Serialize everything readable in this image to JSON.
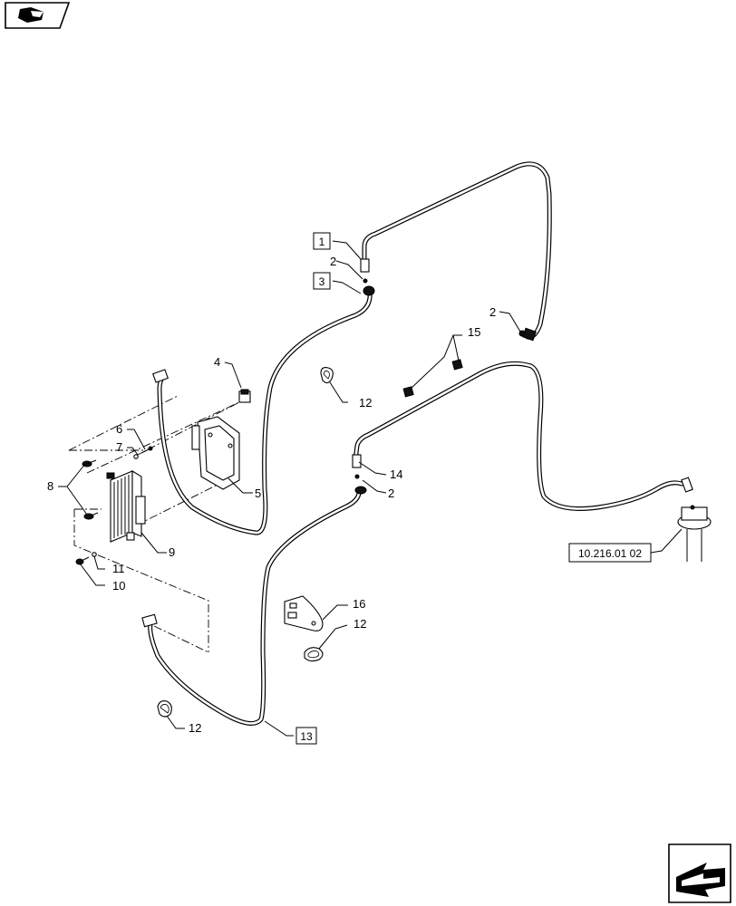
{
  "callouts": {
    "c1": "1",
    "c2a": "2",
    "c2b": "2",
    "c2c": "2",
    "c3": "3",
    "c4": "4",
    "c5": "5",
    "c6": "6",
    "c7": "7",
    "c8": "8",
    "c9": "9",
    "c10": "10",
    "c11": "11",
    "c12a": "12",
    "c12b": "12",
    "c12c": "12",
    "c13": "13",
    "c14": "14",
    "c15": "15",
    "c16": "16"
  },
  "reference": "10.216.01 02",
  "icons": {
    "top_left": "view-orientation-icon",
    "bottom_right": "next-page-arrow-icon"
  }
}
